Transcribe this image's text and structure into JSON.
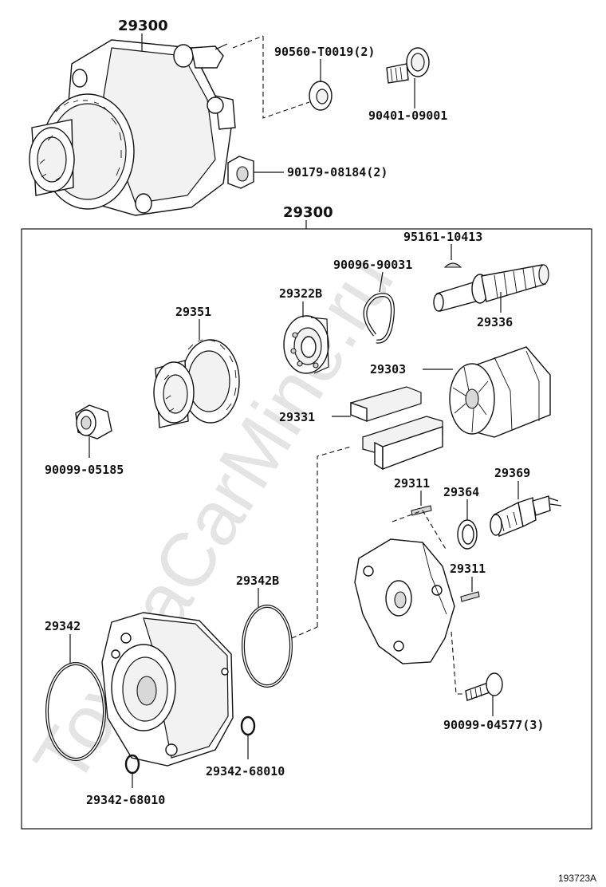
{
  "watermark": "ToyotaCarMine.ru",
  "diagram_code": "193723A",
  "assembly": {
    "top_label": "29300",
    "box_label": "29300"
  },
  "callouts": {
    "oil_seal": "90560-T0019(2)",
    "union_bolt": "90401-09001",
    "nut_top": "90179-08184(2)",
    "key": "95161-10413",
    "snap_ring": "90096-90031",
    "bearing": "29322B",
    "shaft": "29336",
    "gear": "29351",
    "rotor": "29303",
    "vane": "29331",
    "nut_left": "90099-05185",
    "pin_a": "29311",
    "gasket_small": "29364",
    "valve": "29369",
    "pin_b": "29311",
    "o_ring_b": "29342B",
    "o_ring": "29342",
    "bolt": "90099-04577(3)",
    "o_ring_small_right": "29342-68010",
    "o_ring_small_left": "29342-68010"
  }
}
